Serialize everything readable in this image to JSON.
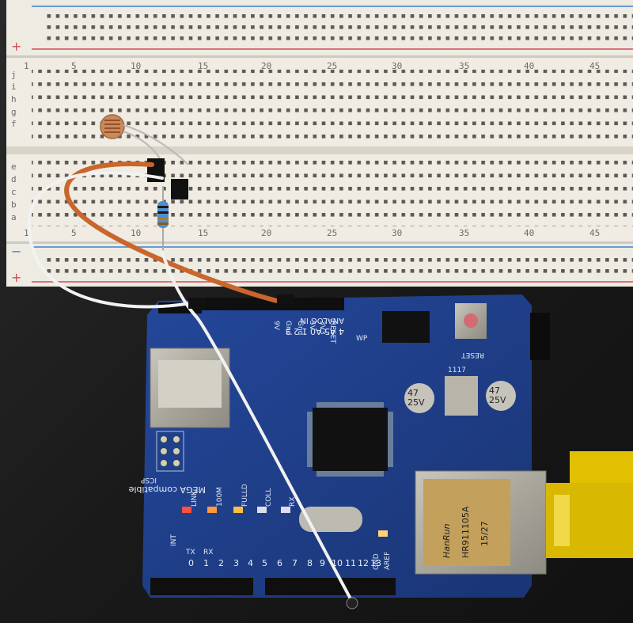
{
  "breadboard": {
    "column_numbers": [
      "1",
      "5",
      "10",
      "15",
      "20",
      "25",
      "30",
      "35",
      "40",
      "45"
    ],
    "top_row_letters": [
      "f",
      "g",
      "h",
      "i",
      "j"
    ],
    "bottom_row_letters": [
      "a",
      "b",
      "c",
      "d",
      "e"
    ],
    "rail_plus": "+",
    "rail_minus": "−"
  },
  "shield": {
    "analog_header": "ANALOG IN",
    "analog_pins": "4 A5  A0 1 2 3",
    "power_pins": [
      "RESET",
      "3V3",
      "5V",
      "Gnd",
      "Gnd",
      "9V"
    ],
    "reset_button": "RESET",
    "icsp": "ICSP",
    "compat": "MEGA compatible",
    "led_labels": [
      "LINK",
      "100M",
      "FULLD",
      "COLL",
      "RX"
    ],
    "tx": "TX",
    "rx": "RX",
    "int": "INT",
    "aref": "AREF",
    "gnd": "GND",
    "digital_pins": [
      "0",
      "1",
      "2",
      "3",
      "4",
      "5",
      "6",
      "7",
      "8",
      "9",
      "10",
      "11",
      "12",
      "13"
    ],
    "cap_left": [
      "47",
      "25V"
    ],
    "cap_right": [
      "47",
      "25V"
    ],
    "wp": "WP",
    "reg": "1117"
  },
  "magjack": {
    "brand": "HanRun",
    "model": "HR911105A",
    "date": "15/27"
  },
  "colors": {
    "breadboard": "#eeeae0",
    "pcb": "#1f3f86",
    "wire_orange": "#c8662c",
    "wire_white": "#f2f2f2",
    "leather": "#202020"
  }
}
